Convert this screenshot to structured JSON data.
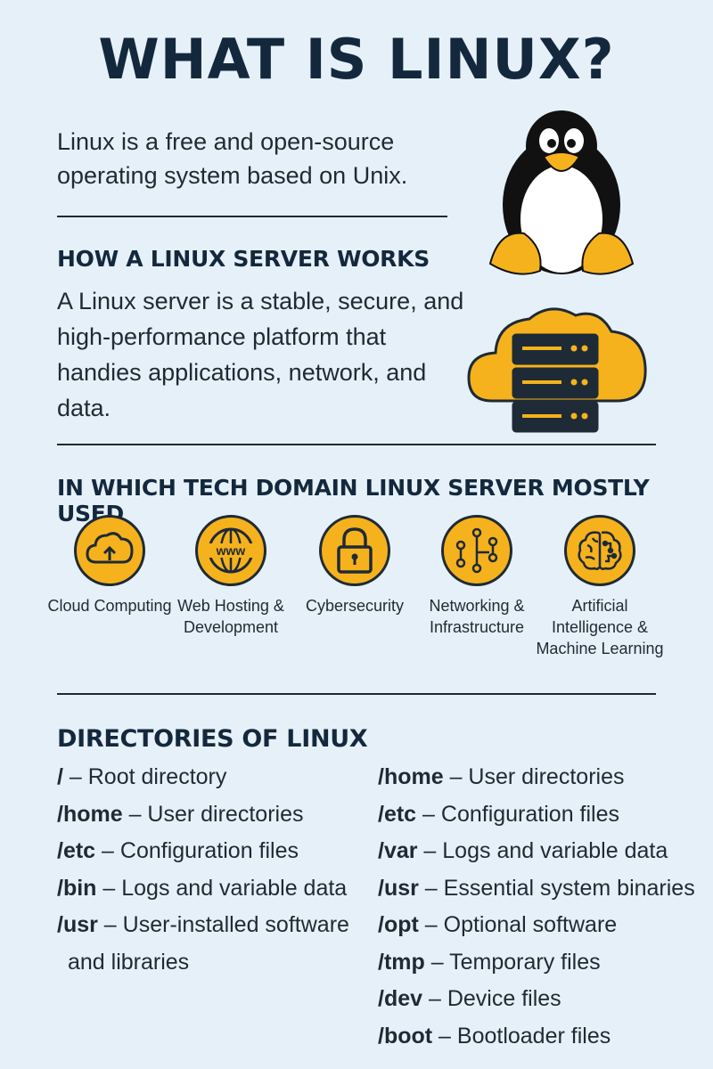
{
  "title": "WHAT IS LINUX?",
  "intro": "Linux is a free and open-source operating system based on Unix.",
  "server_section": {
    "heading": "HOW A LINUX SERVER WORKS",
    "description": "A Linux server is a stable, secure, and high-performance platform that handies applications, network, and data."
  },
  "domains_section": {
    "heading": "IN WHICH TECH DOMAIN LINUX SERVER MOSTLY USED",
    "items": [
      {
        "label": "Cloud Computing",
        "icon": "cloud-upload-icon"
      },
      {
        "label": "Web Hosting & Development",
        "icon": "globe-www-icon"
      },
      {
        "label": "Cybersecurity",
        "icon": "lock-icon"
      },
      {
        "label": "Networking & Infrastructure",
        "icon": "network-icon"
      },
      {
        "label": "Artificial Intelligence & Machine Learning",
        "icon": "brain-icon"
      }
    ]
  },
  "directories_section": {
    "heading": "DIRECTORIES OF LINUX",
    "left": [
      {
        "path": "/",
        "sep": " –  ",
        "desc": "Root directory"
      },
      {
        "path": "/home",
        "sep": " – ",
        "desc": "User directories"
      },
      {
        "path": "/etc",
        "sep": " – ",
        "desc": "Configuration files"
      },
      {
        "path": "/bin",
        "sep": " – ",
        "desc": "Logs and variable data"
      },
      {
        "path": "/usr",
        "sep": " – ",
        "desc": "User-installed software"
      }
    ],
    "left_continuation": "and libraries",
    "right": [
      {
        "path": "/home",
        "sep": " – ",
        "desc": "User directories"
      },
      {
        "path": "/etc",
        "sep": " – ",
        "desc": "Configuration files"
      },
      {
        "path": "/var",
        "sep": " – ",
        "desc": "Logs and variable data"
      },
      {
        "path": "/usr",
        "sep": " – ",
        "desc": "Essential system binaries"
      },
      {
        "path": "/opt",
        "sep": " – ",
        "desc": "Optional software"
      },
      {
        "path": "/tmp",
        "sep": " – ",
        "desc": "Temporary files"
      },
      {
        "path": "/dev",
        "sep": " – ",
        "desc": "Device files"
      },
      {
        "path": "/boot",
        "sep": " – ",
        "desc": "Bootloader files"
      }
    ]
  },
  "colors": {
    "background": "#e6f0f8",
    "accent": "#f5b21d",
    "dark": "#14283d"
  },
  "illustrations": [
    "tux-penguin-icon",
    "cloud-server-icon"
  ]
}
